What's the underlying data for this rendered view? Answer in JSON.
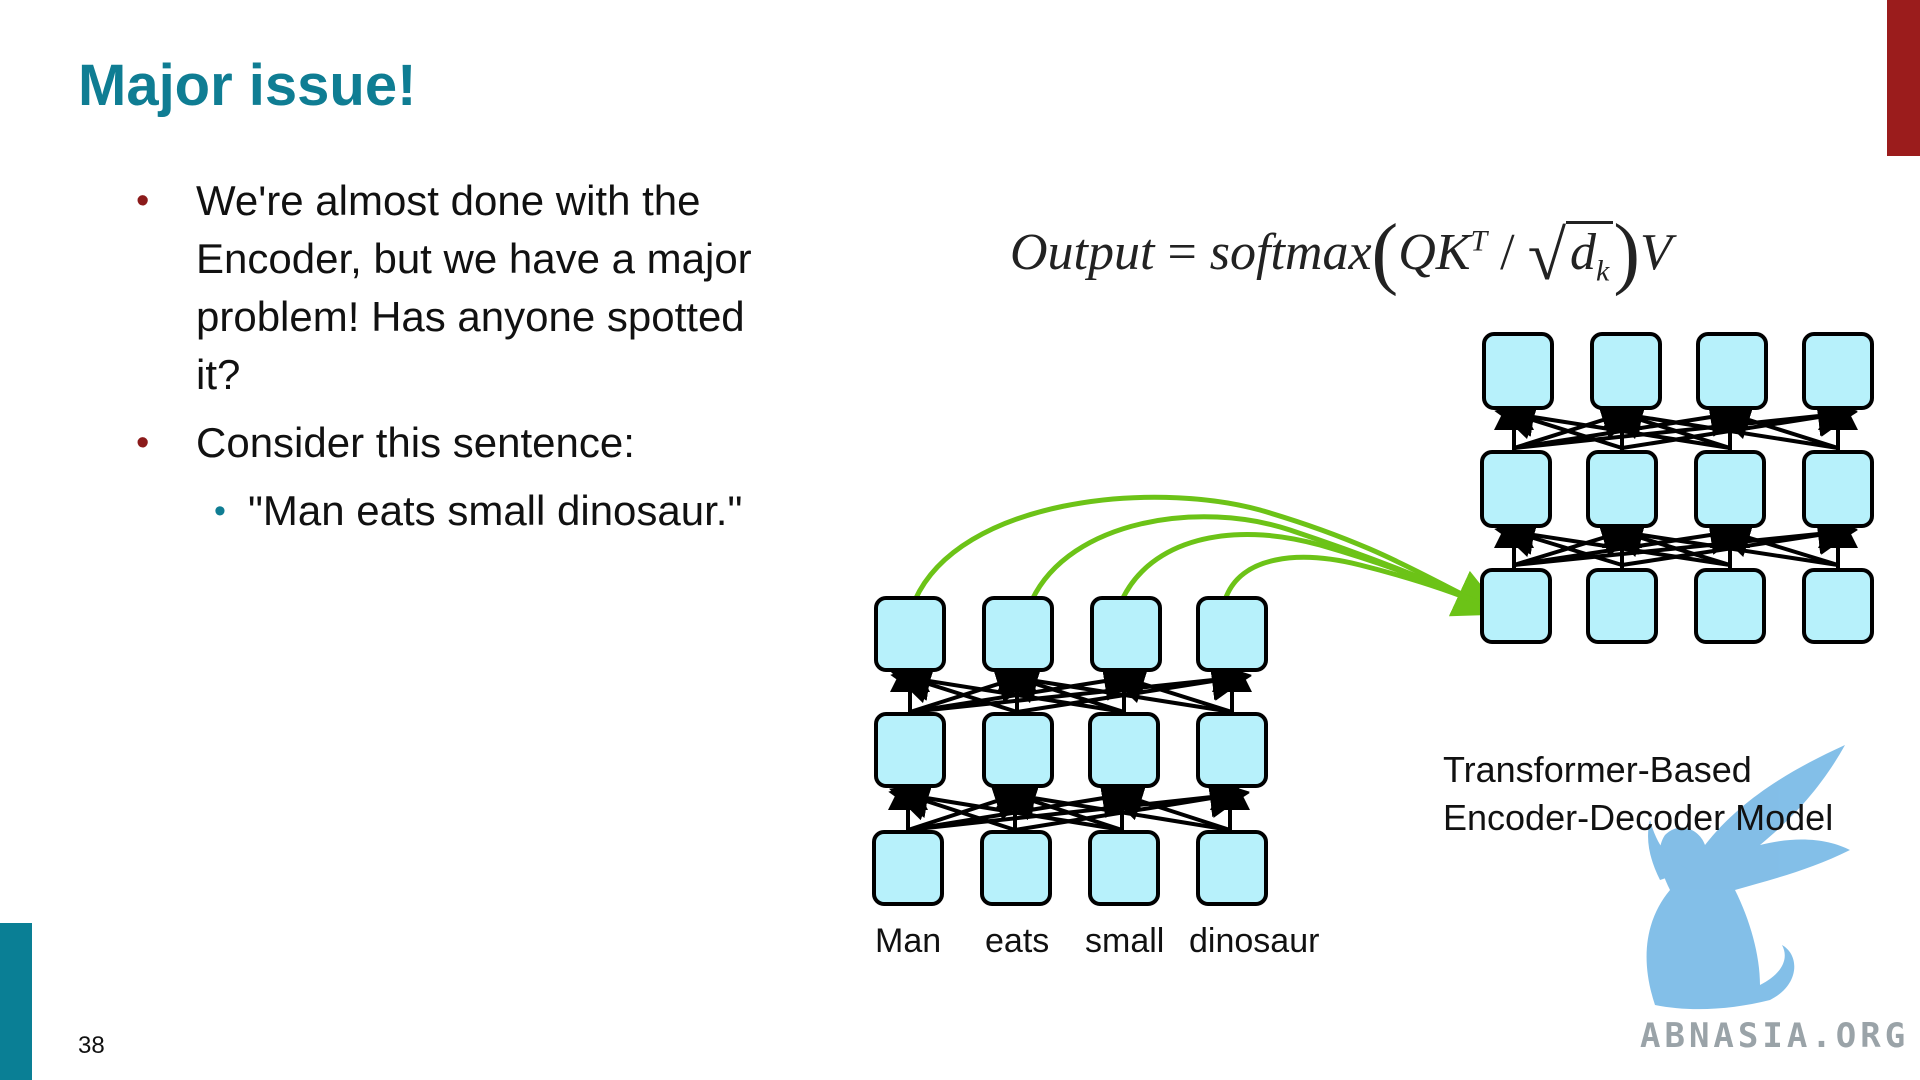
{
  "slide": {
    "title": "Major issue!",
    "page_number": "38",
    "bullets": [
      {
        "text": "We're almost done with the Encoder, but we have a major problem! Has anyone spotted it?"
      },
      {
        "text": "Consider this sentence:"
      }
    ],
    "sub_bullet": "\"Man eats small dinosaur.\"",
    "formula": {
      "lhs": "Output",
      "eq": " = ",
      "func": "softmax",
      "q": "Q",
      "k": "K",
      "t": "T",
      "slash": "/",
      "d": "d",
      "k_sub": "k",
      "v": "V"
    },
    "caption_line1": "Transformer-Based",
    "caption_line2": "Encoder-Decoder Model",
    "words": [
      "Man",
      "eats",
      "small",
      "dinosaur"
    ],
    "watermark": "ABNASIA.ORG"
  },
  "colors": {
    "title": "#0f7d93",
    "accent_red": "#9b1c1c",
    "accent_teal": "#0a7f95",
    "node_fill": "#b7f1fb",
    "arrow_green": "#6cc317"
  }
}
